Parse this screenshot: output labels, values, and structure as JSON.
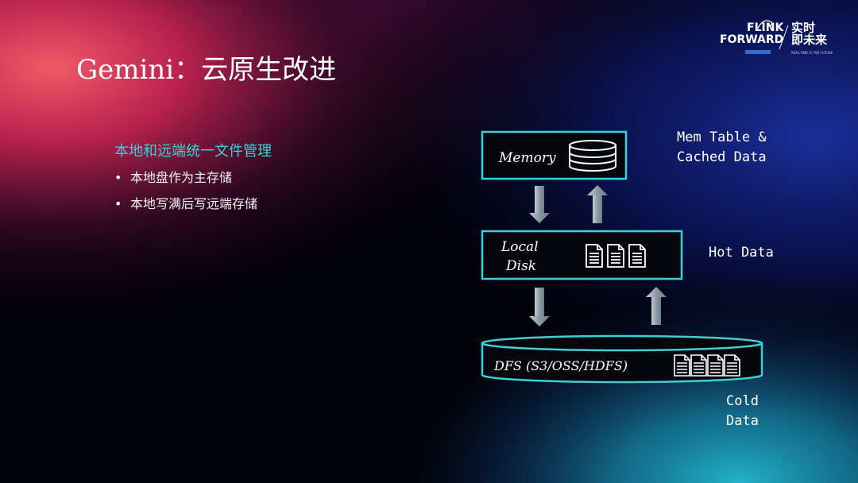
{
  "slide": {
    "title": "Gemini：云原生改进",
    "heading": "本地和远端统一文件管理",
    "bullets": [
      "本地盘作为主存储",
      "本地写满后写远端存储"
    ]
  },
  "logo": {
    "line1": "FLINK",
    "line2": "FORWARD",
    "slogan_line1": "实时",
    "slogan_line2": "即未来",
    "tagline": "REAL-TIME IS THE FUTURE"
  },
  "diagram": {
    "memory_label": "Memory",
    "local_label_line1": "Local",
    "local_label_line2": "Disk",
    "dfs_label": "DFS (S3/OSS/HDFS)",
    "memory_note": "Mem Table &\nCached Data",
    "local_note": "Hot Data",
    "dfs_note": "Cold\nData"
  },
  "colors": {
    "accent_teal": "#3bd1d6",
    "arrow_gray": "#9aa8b3"
  },
  "icons": {
    "memory": "disk-stack-icon",
    "local": "document-icon",
    "dfs": "document-icon"
  }
}
